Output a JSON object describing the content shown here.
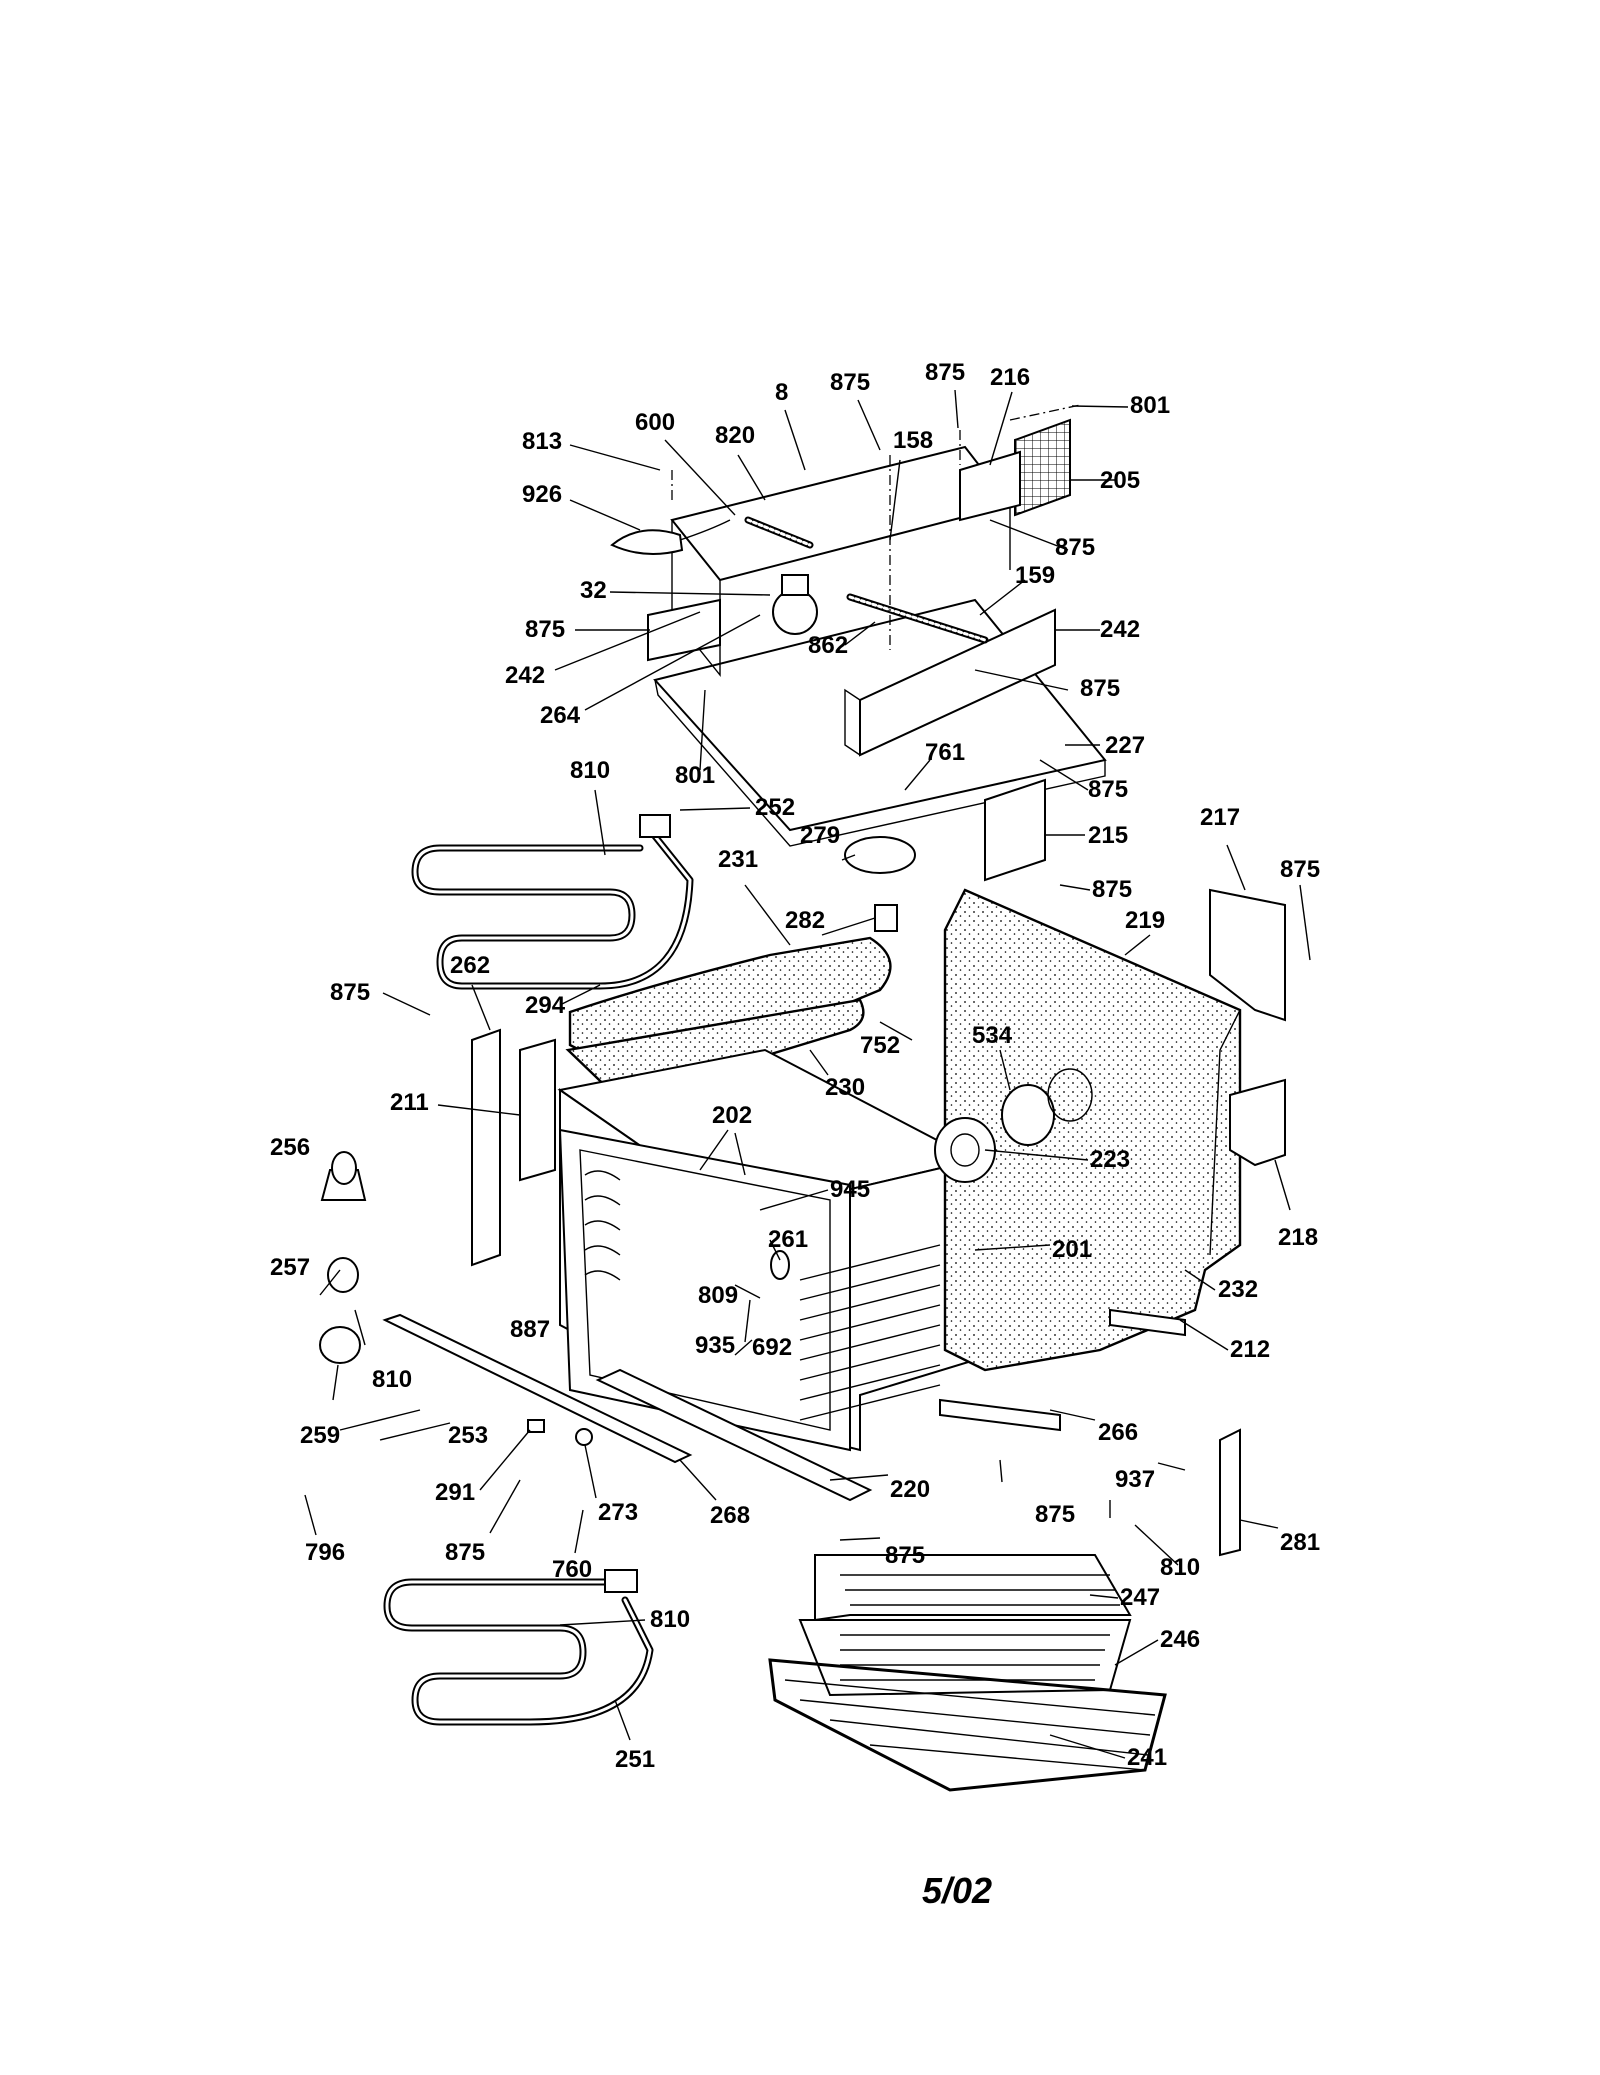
{
  "diagram": {
    "callouts": [
      {
        "id": "c801a",
        "text": "801"
      },
      {
        "id": "c875a",
        "text": "875"
      },
      {
        "id": "c875b",
        "text": "875"
      },
      {
        "id": "c216",
        "text": "216"
      },
      {
        "id": "c8",
        "text": "8"
      },
      {
        "id": "c600",
        "text": "600"
      },
      {
        "id": "c820",
        "text": "820"
      },
      {
        "id": "c158",
        "text": "158"
      },
      {
        "id": "c813",
        "text": "813"
      },
      {
        "id": "c926",
        "text": "926"
      },
      {
        "id": "c205",
        "text": "205"
      },
      {
        "id": "c875c",
        "text": "875"
      },
      {
        "id": "c159",
        "text": "159"
      },
      {
        "id": "c32",
        "text": "32"
      },
      {
        "id": "c875d",
        "text": "875"
      },
      {
        "id": "c242a",
        "text": "242"
      },
      {
        "id": "c862",
        "text": "862"
      },
      {
        "id": "c242b",
        "text": "242"
      },
      {
        "id": "c875e",
        "text": "875"
      },
      {
        "id": "c264",
        "text": "264"
      },
      {
        "id": "c227",
        "text": "227"
      },
      {
        "id": "c761",
        "text": "761"
      },
      {
        "id": "c801b",
        "text": "801"
      },
      {
        "id": "c810a",
        "text": "810"
      },
      {
        "id": "c875f",
        "text": "875"
      },
      {
        "id": "c252",
        "text": "252"
      },
      {
        "id": "c215",
        "text": "215"
      },
      {
        "id": "c217",
        "text": "217"
      },
      {
        "id": "c279",
        "text": "279"
      },
      {
        "id": "c231",
        "text": "231"
      },
      {
        "id": "c875g",
        "text": "875"
      },
      {
        "id": "c875h",
        "text": "875"
      },
      {
        "id": "c282",
        "text": "282"
      },
      {
        "id": "c219",
        "text": "219"
      },
      {
        "id": "c262",
        "text": "262"
      },
      {
        "id": "c875i",
        "text": "875"
      },
      {
        "id": "c294",
        "text": "294"
      },
      {
        "id": "c752",
        "text": "752"
      },
      {
        "id": "c534",
        "text": "534"
      },
      {
        "id": "c230",
        "text": "230"
      },
      {
        "id": "c211",
        "text": "211"
      },
      {
        "id": "c202",
        "text": "202"
      },
      {
        "id": "c256",
        "text": "256"
      },
      {
        "id": "c223",
        "text": "223"
      },
      {
        "id": "c945",
        "text": "945"
      },
      {
        "id": "c261",
        "text": "261"
      },
      {
        "id": "c218",
        "text": "218"
      },
      {
        "id": "c201",
        "text": "201"
      },
      {
        "id": "c257",
        "text": "257"
      },
      {
        "id": "c232",
        "text": "232"
      },
      {
        "id": "c809",
        "text": "809"
      },
      {
        "id": "c887",
        "text": "887"
      },
      {
        "id": "c212",
        "text": "212"
      },
      {
        "id": "c935",
        "text": "935"
      },
      {
        "id": "c692",
        "text": "692"
      },
      {
        "id": "c810b",
        "text": "810"
      },
      {
        "id": "c259",
        "text": "259"
      },
      {
        "id": "c266",
        "text": "266"
      },
      {
        "id": "c253",
        "text": "253"
      },
      {
        "id": "c937",
        "text": "937"
      },
      {
        "id": "c220",
        "text": "220"
      },
      {
        "id": "c291",
        "text": "291"
      },
      {
        "id": "c875j",
        "text": "875"
      },
      {
        "id": "c273",
        "text": "273"
      },
      {
        "id": "c281",
        "text": "281"
      },
      {
        "id": "c268",
        "text": "268"
      },
      {
        "id": "c796",
        "text": "796"
      },
      {
        "id": "c875k",
        "text": "875"
      },
      {
        "id": "c875l",
        "text": "875"
      },
      {
        "id": "c810c",
        "text": "810"
      },
      {
        "id": "c760",
        "text": "760"
      },
      {
        "id": "c247",
        "text": "247"
      },
      {
        "id": "c810d",
        "text": "810"
      },
      {
        "id": "c246",
        "text": "246"
      },
      {
        "id": "c251",
        "text": "251"
      },
      {
        "id": "c241",
        "text": "241"
      }
    ],
    "footer": "5/02"
  }
}
